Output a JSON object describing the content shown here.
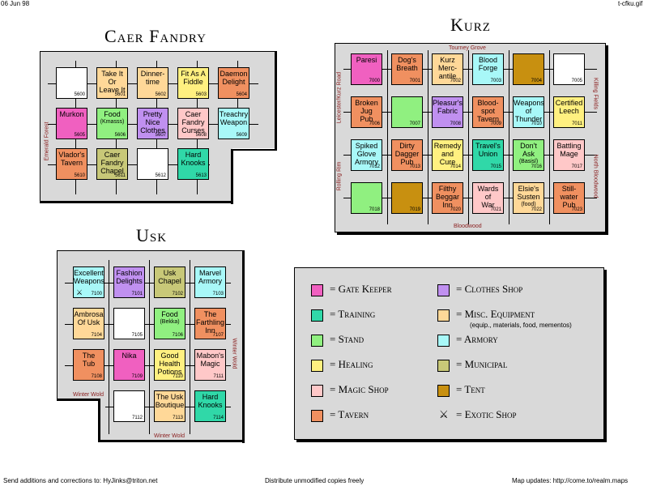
{
  "header": {
    "date": "06 Jun 98",
    "file": "t-cfku.gif"
  },
  "colors": {
    "gate_keeper": "#f060c0",
    "training": "#30d8a8",
    "stand": "#90f080",
    "healing": "#fff080",
    "magic_shop": "#ffc8c8",
    "tavern": "#f09060",
    "clothes_shop": "#c090f0",
    "misc_equipment": "#ffd898",
    "armory": "#a8f8f8",
    "municipal": "#c8c878",
    "tent": "#c89010",
    "empty": "#ffffff",
    "street_text": "#8b2020",
    "panel": "#d9d9d9"
  },
  "maps": {
    "caer_fandry": {
      "title": "Caer Fandry",
      "streets": {
        "left": "Emerald Forest"
      },
      "shops": [
        {
          "name": "",
          "num": "5600",
          "type": "empty"
        },
        {
          "name": "Take It\nOr\nLeave It",
          "num": "5601",
          "type": "misc_equipment"
        },
        {
          "name": "Dinner-\ntime",
          "num": "5602",
          "type": "misc_equipment"
        },
        {
          "name": "Fit As A\nFiddle",
          "num": "5603",
          "type": "healing"
        },
        {
          "name": "Daemon\nDelight",
          "num": "5604",
          "type": "tavern"
        },
        {
          "name": "Murkon",
          "num": "5605",
          "type": "gate_keeper"
        },
        {
          "name": "Food",
          "sub": "(Kmasss)",
          "num": "5606",
          "type": "stand"
        },
        {
          "name": "Pretty\nNice\nClothes",
          "num": "5607",
          "type": "clothes_shop"
        },
        {
          "name": "Caer\nFandry\nCurses",
          "num": "5608",
          "type": "magic_shop"
        },
        {
          "name": "Treachry\nWeapon",
          "num": "5609",
          "type": "armory"
        },
        {
          "name": "Vlador's\nTavern",
          "num": "5610",
          "type": "tavern"
        },
        {
          "name": "Caer\nFandry\nChapel",
          "num": "5611",
          "type": "municipal"
        },
        {
          "name": "",
          "num": "5612",
          "type": "empty"
        },
        {
          "name": "Hard\nKnooks",
          "num": "5613",
          "type": "training"
        }
      ]
    },
    "kurz": {
      "title": "Kurz",
      "streets": {
        "top": "Tourney Grove",
        "left_top": "Leicester/Kurz Road",
        "left_bottom": "Rolling Rim",
        "right_top": "Killing Fields",
        "right_bottom": "North Bloodwood",
        "bottom": "Bloodwood"
      },
      "shops": [
        {
          "name": "Paresi",
          "num": "7000",
          "type": "gate_keeper"
        },
        {
          "name": "Dog's\nBreath",
          "num": "7001",
          "type": "tavern"
        },
        {
          "name": "Kurz\nMerc-\nantile",
          "num": "7002",
          "type": "misc_equipment"
        },
        {
          "name": "Blood\nForge",
          "num": "7003",
          "type": "armory"
        },
        {
          "name": "",
          "num": "7004",
          "type": "tent"
        },
        {
          "name": "",
          "num": "7005",
          "type": "empty"
        },
        {
          "name": "Broken\nJug\nPub",
          "num": "7006",
          "type": "tavern"
        },
        {
          "name": "",
          "num": "7007",
          "type": "stand"
        },
        {
          "name": "Pleasur's\nFabric",
          "num": "7008",
          "type": "clothes_shop"
        },
        {
          "name": "Blood-\nspot\nTavern",
          "num": "7009",
          "type": "tavern"
        },
        {
          "name": "Weapons\nof\nThunder",
          "num": "7010",
          "type": "armory"
        },
        {
          "name": "Certified\nLeech",
          "num": "7011",
          "type": "healing"
        },
        {
          "name": "Spiked\nGlove\nArmory",
          "num": "7012",
          "type": "armory"
        },
        {
          "name": "Dirty\nDagger\nPub",
          "num": "7013",
          "type": "tavern"
        },
        {
          "name": "Remedy\nand\nCure",
          "num": "7014",
          "type": "healing"
        },
        {
          "name": "Travel's\nUnion",
          "num": "7015",
          "type": "training"
        },
        {
          "name": "Don't\nAsk",
          "sub": "(Basisl)",
          "num": "7016",
          "type": "stand"
        },
        {
          "name": "Battling\nMage",
          "num": "7017",
          "type": "magic_shop"
        },
        {
          "name": "",
          "num": "7018",
          "type": "stand"
        },
        {
          "name": "",
          "num": "7019",
          "type": "tent"
        },
        {
          "name": "Filthy\nBeggar\nInn",
          "num": "7020",
          "type": "tavern"
        },
        {
          "name": "Wards\nof\nWar",
          "num": "7021",
          "type": "magic_shop"
        },
        {
          "name": "Elsie's\nSusten",
          "sub": "(food)",
          "num": "7022",
          "type": "misc_equipment"
        },
        {
          "name": "Still-\nwater\nPub",
          "num": "7023",
          "type": "tavern"
        }
      ]
    },
    "usk": {
      "title": "Usk",
      "streets": {
        "right": "Winter Wold",
        "left_bottom": "Winter Wold",
        "bottom": "Winter Wold"
      },
      "shops": [
        {
          "name": "Excellent\nWeapons",
          "num": "7100",
          "type": "armory",
          "exotic": true
        },
        {
          "name": "Fashion\nDelights",
          "num": "7101",
          "type": "clothes_shop"
        },
        {
          "name": "Usk\nChapel",
          "num": "7102",
          "type": "municipal"
        },
        {
          "name": "Marvel\nArmory",
          "num": "7103",
          "type": "armory"
        },
        {
          "name": "Ambrosa\nOf Usk",
          "num": "7104",
          "type": "misc_equipment"
        },
        {
          "name": "",
          "num": "7105",
          "type": "empty"
        },
        {
          "name": "Food",
          "sub": "(Bekka)",
          "num": "7106",
          "type": "stand"
        },
        {
          "name": "The\nFarthling\nInn",
          "num": "7107",
          "type": "tavern"
        },
        {
          "name": "The\nTub",
          "num": "7108",
          "type": "tavern"
        },
        {
          "name": "Nika",
          "num": "7109",
          "type": "gate_keeper"
        },
        {
          "name": "Good\nHealth\nPotions",
          "num": "7110",
          "type": "healing"
        },
        {
          "name": "Mabon's\nMagic",
          "num": "7111",
          "type": "magic_shop"
        },
        {
          "name": "",
          "num": "7112",
          "type": "empty"
        },
        {
          "name": "The Usk\nBoutique",
          "num": "7113",
          "type": "misc_equipment"
        },
        {
          "name": "Hard\nKnooks",
          "num": "7114",
          "type": "training"
        }
      ]
    }
  },
  "legend": {
    "items": [
      {
        "type": "gate_keeper",
        "label": "= Gate Keeper"
      },
      {
        "type": "clothes_shop",
        "label": "= Clothes Shop"
      },
      {
        "type": "training",
        "label": "= Training"
      },
      {
        "type": "misc_equipment",
        "label": "= Misc. Equipment",
        "sub": "(equip., materials, food, mementos)"
      },
      {
        "type": "stand",
        "label": "= Stand"
      },
      {
        "type": "armory",
        "label": "= Armory"
      },
      {
        "type": "healing",
        "label": "= Healing"
      },
      {
        "type": "municipal",
        "label": "= Municipal"
      },
      {
        "type": "magic_shop",
        "label": "= Magic Shop"
      },
      {
        "type": "tent",
        "label": "= Tent"
      },
      {
        "type": "tavern",
        "label": "= Tavern"
      },
      {
        "type": "exotic",
        "label": "= Exotic Shop",
        "glyph": "⚔"
      }
    ]
  },
  "footer": {
    "left": "Send additions and corrections to: HyJinks@triton.net",
    "center": "Distribute unmodified copies freely",
    "right": "Map updates: http://come.to/realm.maps"
  }
}
